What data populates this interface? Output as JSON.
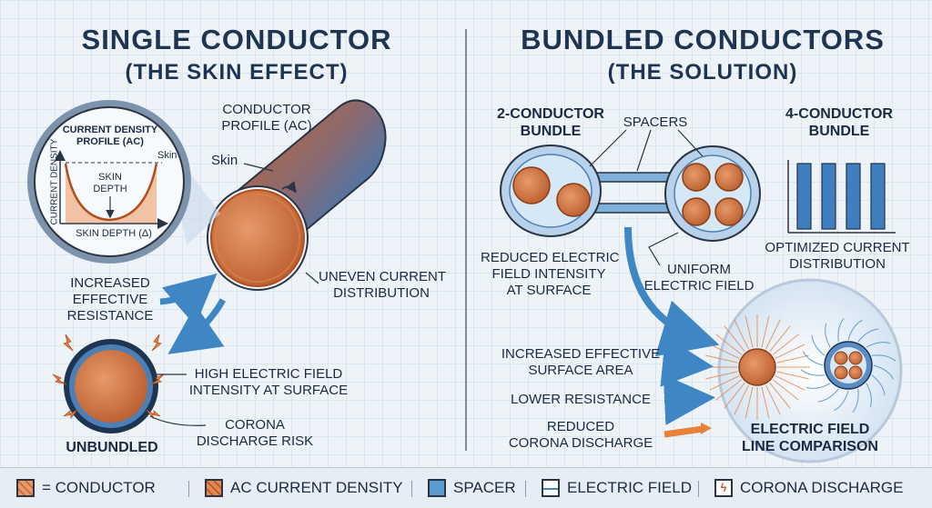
{
  "left": {
    "title": "SINGLE CONDUCTOR",
    "subtitle": "(THE SKIN EFFECT)",
    "inset": {
      "title_line1": "CURRENT DENSITY",
      "title_line2": "PROFILE (AC)",
      "y_axis": "CURRENT DENSITY",
      "x_axis": "SKIN DEPTH (δ)",
      "skin_depth_line1": "SKIN",
      "skin_depth_line2": "DEPTH",
      "skin_side": "Skin"
    },
    "conductor_profile_line1": "CONDUCTOR",
    "conductor_profile_line2": "PROFILE (AC)",
    "skin": "Skin",
    "uneven_line1": "UNEVEN CURRENT",
    "uneven_line2": "DISTRIBUTION",
    "increased_line1": "INCREASED",
    "increased_line2": "EFFECTIVE",
    "increased_line3": "RESISTANCE",
    "high_field_line1": "HIGH ELECTRIC FIELD",
    "high_field_line2": "INTENSITY AT SURFACE",
    "corona_line1": "CORONA",
    "corona_line2": "DISCHARGE RISK",
    "unbundled": "UNBUNDLED"
  },
  "right": {
    "title": "BUNDLED CONDUCTORS",
    "subtitle": "(THE SOLUTION)",
    "two_bundle_line1": "2-CONDUCTOR",
    "two_bundle_line2": "BUNDLE",
    "spacers": "SPACERS",
    "four_bundle_line1": "4-CONDUCTOR",
    "four_bundle_line2": "BUNDLE",
    "reduced_field_line1": "REDUCED ELECTRIC",
    "reduced_field_line2": "FIELD INTENSITY",
    "reduced_field_line3": "AT SURFACE",
    "uniform_line1": "UNIFORM",
    "uniform_line2": "ELECTRIC FIELD",
    "optimized_line1": "OPTIMIZED CURRENT",
    "optimized_line2": "DISTRIBUTION",
    "surface_area_line1": "INCREASED EFFECTIVE",
    "surface_area_line2": "SURFACE AREA",
    "lower_resistance": "LOWER RESISTANCE",
    "reduced_corona_line1": "REDUCED",
    "reduced_corona_line2": "CORONA DISCHARGE",
    "comparison_line1": "ELECTRIC FIELD",
    "comparison_line2": "LINE COMPARISON"
  },
  "legend": {
    "conductor": "= CONDUCTOR",
    "ac_density": "AC CURRENT DENSITY",
    "spacer": "SPACER",
    "electric_field": "ELECTRIC FIELD",
    "corona": "CORONA DISCHARGE"
  },
  "colors": {
    "copper": "#d9824e",
    "spacer_blue": "#5b9bd0",
    "navy": "#1e3552",
    "arrow_blue": "#3f87c4",
    "arrow_orange": "#e8823a"
  },
  "icons": [
    "magnifier-inset",
    "corona-spark-icon",
    "field-line-icon"
  ]
}
